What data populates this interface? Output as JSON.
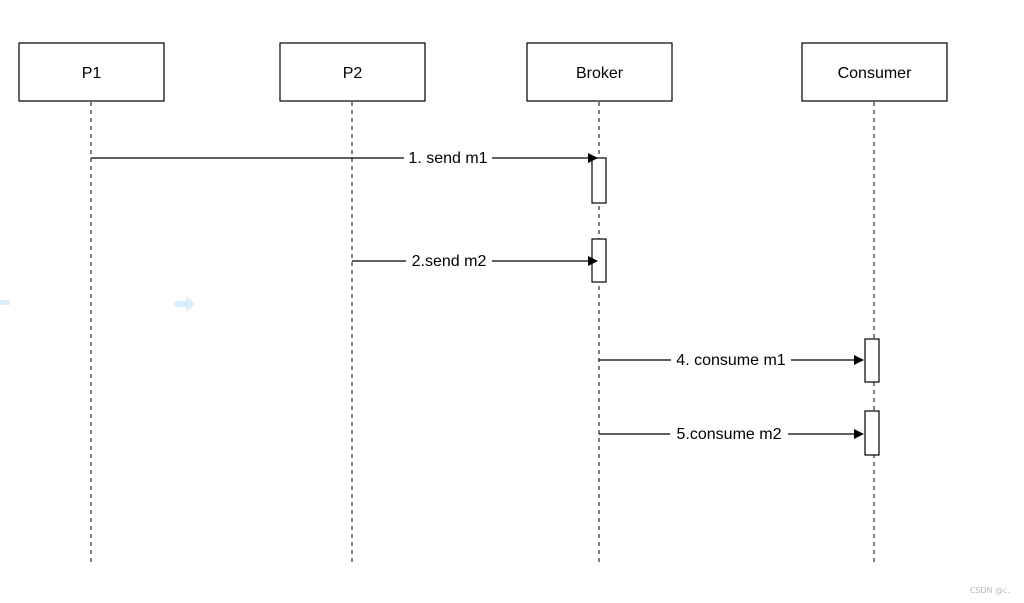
{
  "diagram": {
    "participants": [
      {
        "id": "p1",
        "label": "P1"
      },
      {
        "id": "p2",
        "label": "P2"
      },
      {
        "id": "broker",
        "label": "Broker"
      },
      {
        "id": "consumer",
        "label": "Consumer"
      }
    ],
    "messages": [
      {
        "from": "p1",
        "to": "broker",
        "label": "1. send m1"
      },
      {
        "from": "p2",
        "to": "broker",
        "label": "2.send m2"
      },
      {
        "from": "broker",
        "to": "consumer",
        "label": "4. consume m1"
      },
      {
        "from": "broker",
        "to": "consumer",
        "label": "5.consume m2"
      }
    ]
  },
  "watermark": "CSDN @c.",
  "colors": {
    "line": "#000000",
    "background": "#ffffff",
    "faint_shape": "#dcefff"
  }
}
